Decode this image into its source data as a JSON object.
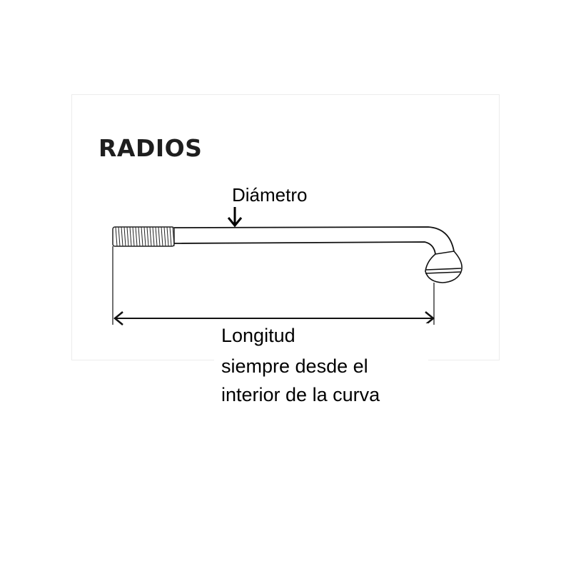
{
  "title": "RADIOS",
  "diameter_label": "Diámetro",
  "length_label": "Longitud",
  "length_note_lines": [
    "siempre desde el",
    "interior de la curva"
  ]
}
